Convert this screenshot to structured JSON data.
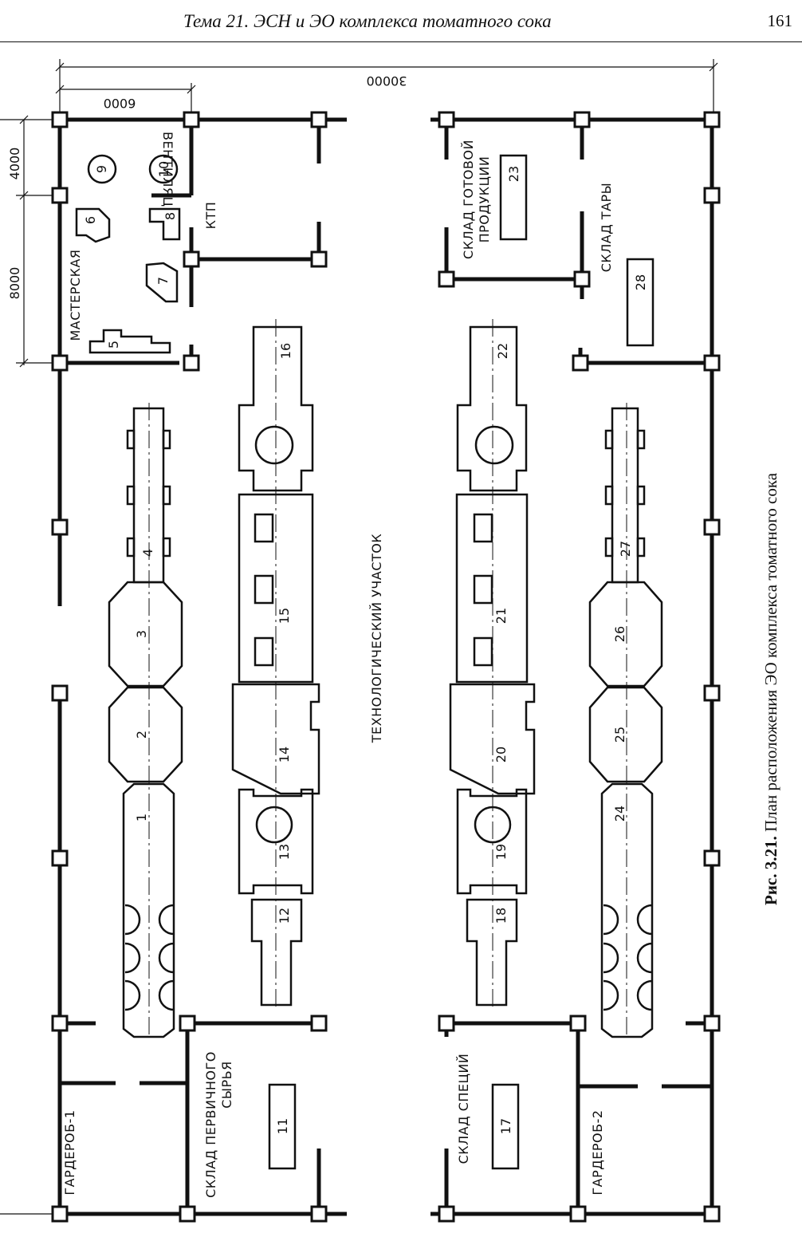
{
  "header": {
    "title": "Тема 21. ЭСН и ЭО комплекса томатного сока",
    "page_number": "161"
  },
  "caption": {
    "number": "Рис. 3.21.",
    "text": "План расположения ЭО комплекса томатного сока"
  },
  "dimensions": {
    "overall": "30000",
    "bay": "6000",
    "span_a": "4000",
    "span_b": "8000"
  },
  "rooms": {
    "ventilation": "ВЕНТИЛЯЦ.",
    "ktp": "КТП",
    "workshop": "МАСТЕРСКАЯ",
    "finished_goods": [
      "СКЛАД ГОТОВОЙ",
      "ПРОДУКЦИИ"
    ],
    "container_store": "СКЛАД ТАРЫ",
    "process_area": "ТЕХНОЛОГИЧЕСКИЙ УЧАСТОК",
    "raw_store": [
      "СКЛАД ПЕРВИЧНОГО",
      "СЫРЬЯ"
    ],
    "spice_store": "СКЛАД СПЕЦИЙ",
    "wardrobe_1": "ГАРДЕРОБ-1",
    "wardrobe_2": "ГАРДЕРОБ-2"
  },
  "equipment": [
    "1",
    "2",
    "3",
    "4",
    "5",
    "6",
    "7",
    "8",
    "9",
    "10",
    "11",
    "12",
    "13",
    "14",
    "15",
    "16",
    "17",
    "18",
    "19",
    "20",
    "21",
    "22",
    "23",
    "24",
    "25",
    "26",
    "27",
    "28"
  ]
}
